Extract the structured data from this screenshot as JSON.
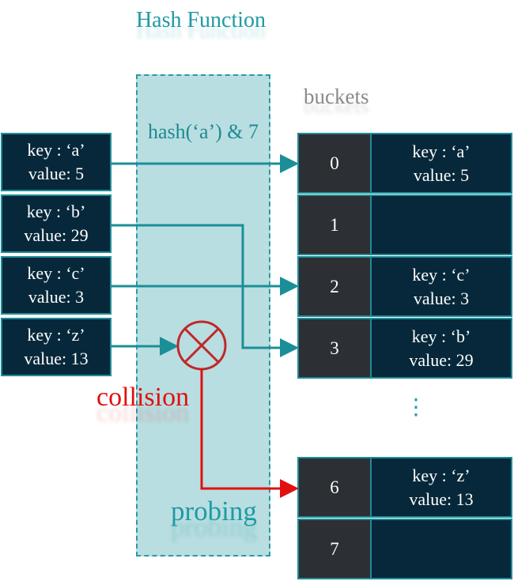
{
  "title": "Hash Function",
  "hash_expression": "hash(‘a’) & 7",
  "buckets_label": "buckets",
  "inputs": [
    {
      "key": "key : ‘a’",
      "value": "value: 5"
    },
    {
      "key": "key : ‘b’",
      "value": "value: 29"
    },
    {
      "key": "key : ‘c’",
      "value": "value: 3"
    },
    {
      "key": "key : ‘z’",
      "value": "value: 13"
    }
  ],
  "buckets": [
    {
      "index": "0",
      "key": "key : ‘a’",
      "value": "value: 5"
    },
    {
      "index": "1",
      "key": "",
      "value": ""
    },
    {
      "index": "2",
      "key": "key : ‘c’",
      "value": "value: 3"
    },
    {
      "index": "3",
      "key": "key : ‘b’",
      "value": "value: 29"
    },
    {
      "index": "6",
      "key": "key : ‘z’",
      "value": "value: 13"
    },
    {
      "index": "7",
      "key": "",
      "value": ""
    }
  ],
  "collision_label": "collision",
  "probing_label": "probing",
  "ellipsis": "⋮",
  "colors": {
    "teal": "#1a8f99",
    "red": "#e01010",
    "collision_circle": "#c0282a",
    "cell_dark": "#06283a",
    "index_cell": "#2c2f33",
    "hash_band": "#b9dee1"
  }
}
